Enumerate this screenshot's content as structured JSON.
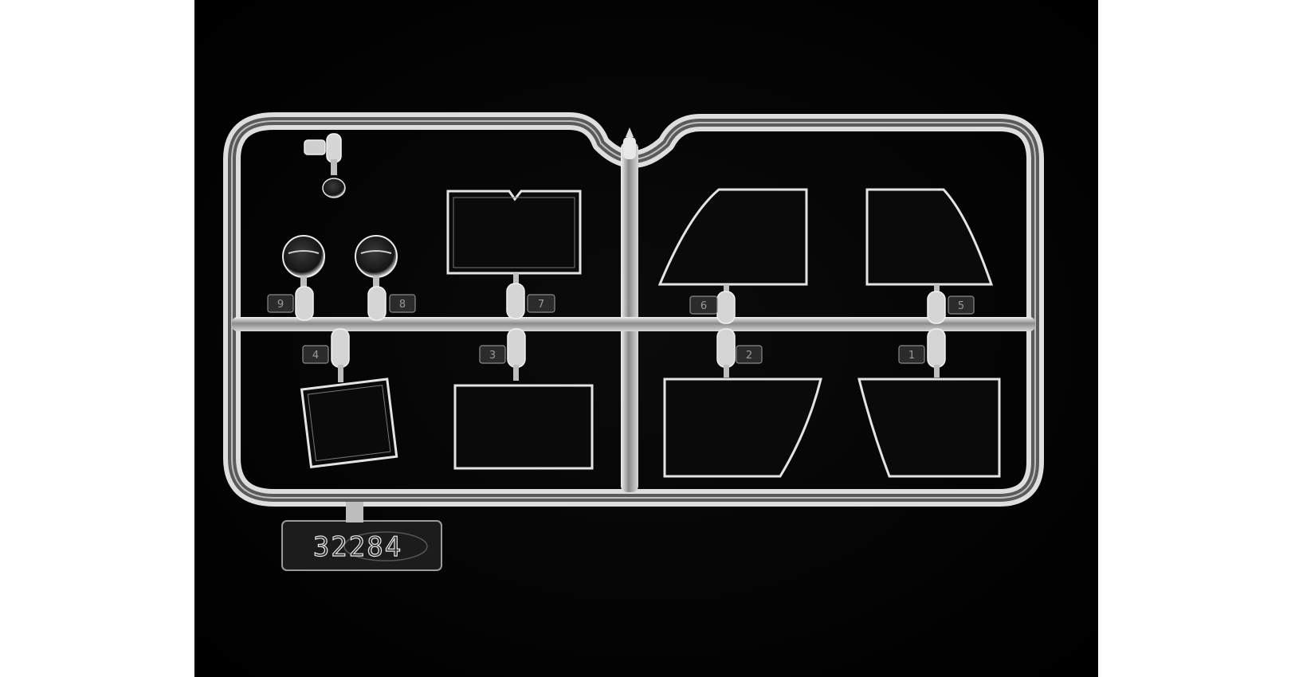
{
  "image": {
    "subject": "clear-plastic-sprue",
    "kit_tag": "32284",
    "part_numbers": [
      "1",
      "2",
      "3",
      "4",
      "5",
      "6",
      "7",
      "8",
      "9"
    ],
    "colors": {
      "background": "#000000",
      "page": "#ffffff",
      "plastic_highlight": "#e6e6e6",
      "plastic_shadow": "#6f6f6f"
    }
  }
}
